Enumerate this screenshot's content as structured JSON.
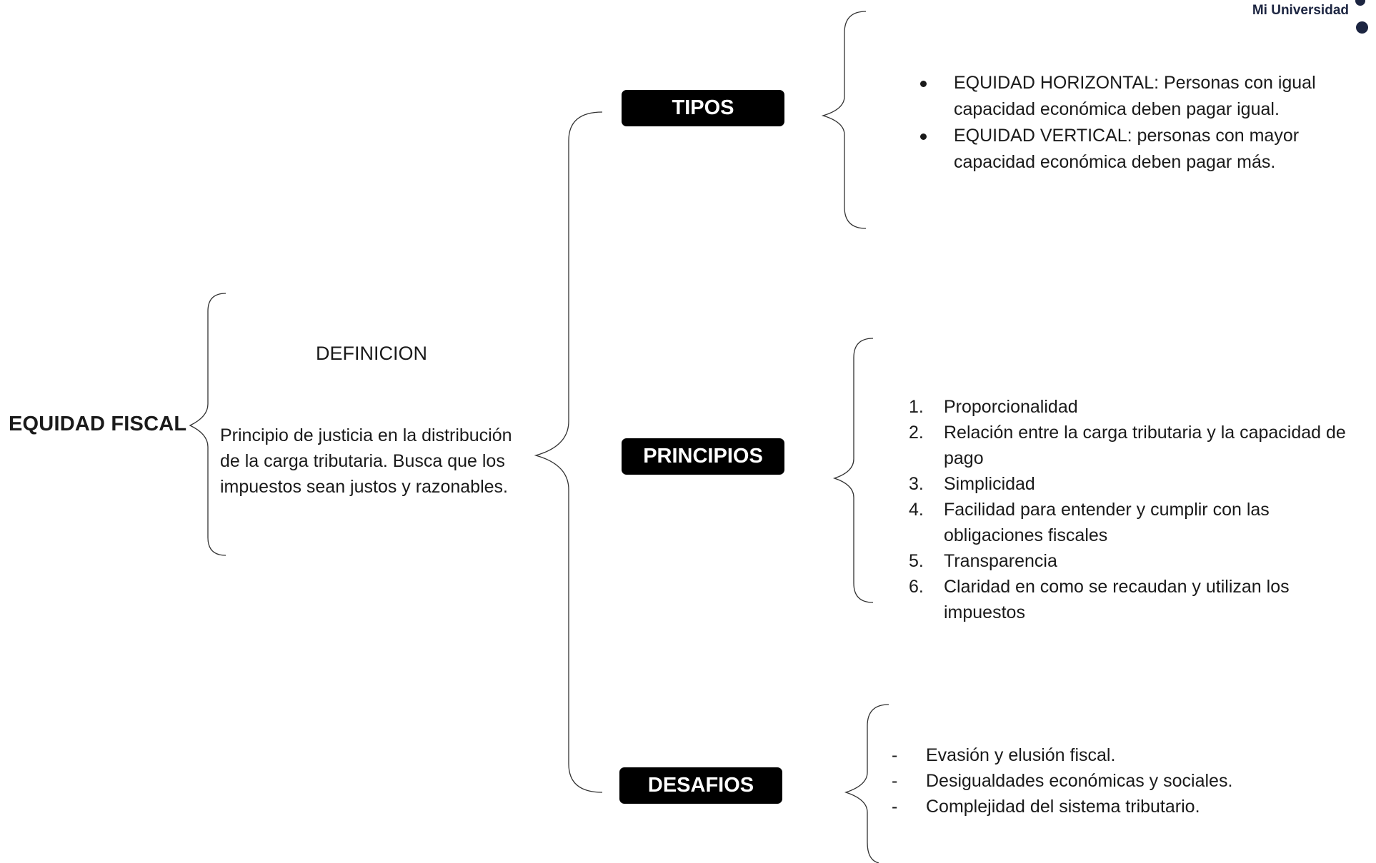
{
  "branding": {
    "logo_text": "Mi Universidad"
  },
  "title": "EQUIDAD FISCAL",
  "definition": {
    "heading": "DEFINICION",
    "text": "Principio de justicia en la distribución de la carga tributaria. Busca que los impuestos sean justos y razonables."
  },
  "branches": {
    "tipos": {
      "label": "TIPOS",
      "items": [
        "EQUIDAD HORIZONTAL: Personas con igual capacidad económica deben pagar igual.",
        "EQUIDAD VERTICAL: personas con mayor capacidad económica deben pagar más."
      ]
    },
    "principios": {
      "label": "PRINCIPIOS",
      "items": [
        {
          "num": "1.",
          "text": "Proporcionalidad"
        },
        {
          "num": "2.",
          "text": "Relación entre la carga tributaria y la capacidad de pago"
        },
        {
          "num": "3.",
          "text": "Simplicidad"
        },
        {
          "num": "4.",
          "text": "Facilidad para entender y cumplir con las obligaciones fiscales"
        },
        {
          "num": "5.",
          "text": "Transparencia"
        },
        {
          "num": "6.",
          "text": "Claridad en como se recaudan y utilizan los impuestos"
        }
      ]
    },
    "desafios": {
      "label": "DESAFIOS",
      "items": [
        "Evasión y elusión fiscal.",
        "Desigualdades económicas y sociales.",
        "Complejidad del sistema tributario."
      ]
    }
  }
}
